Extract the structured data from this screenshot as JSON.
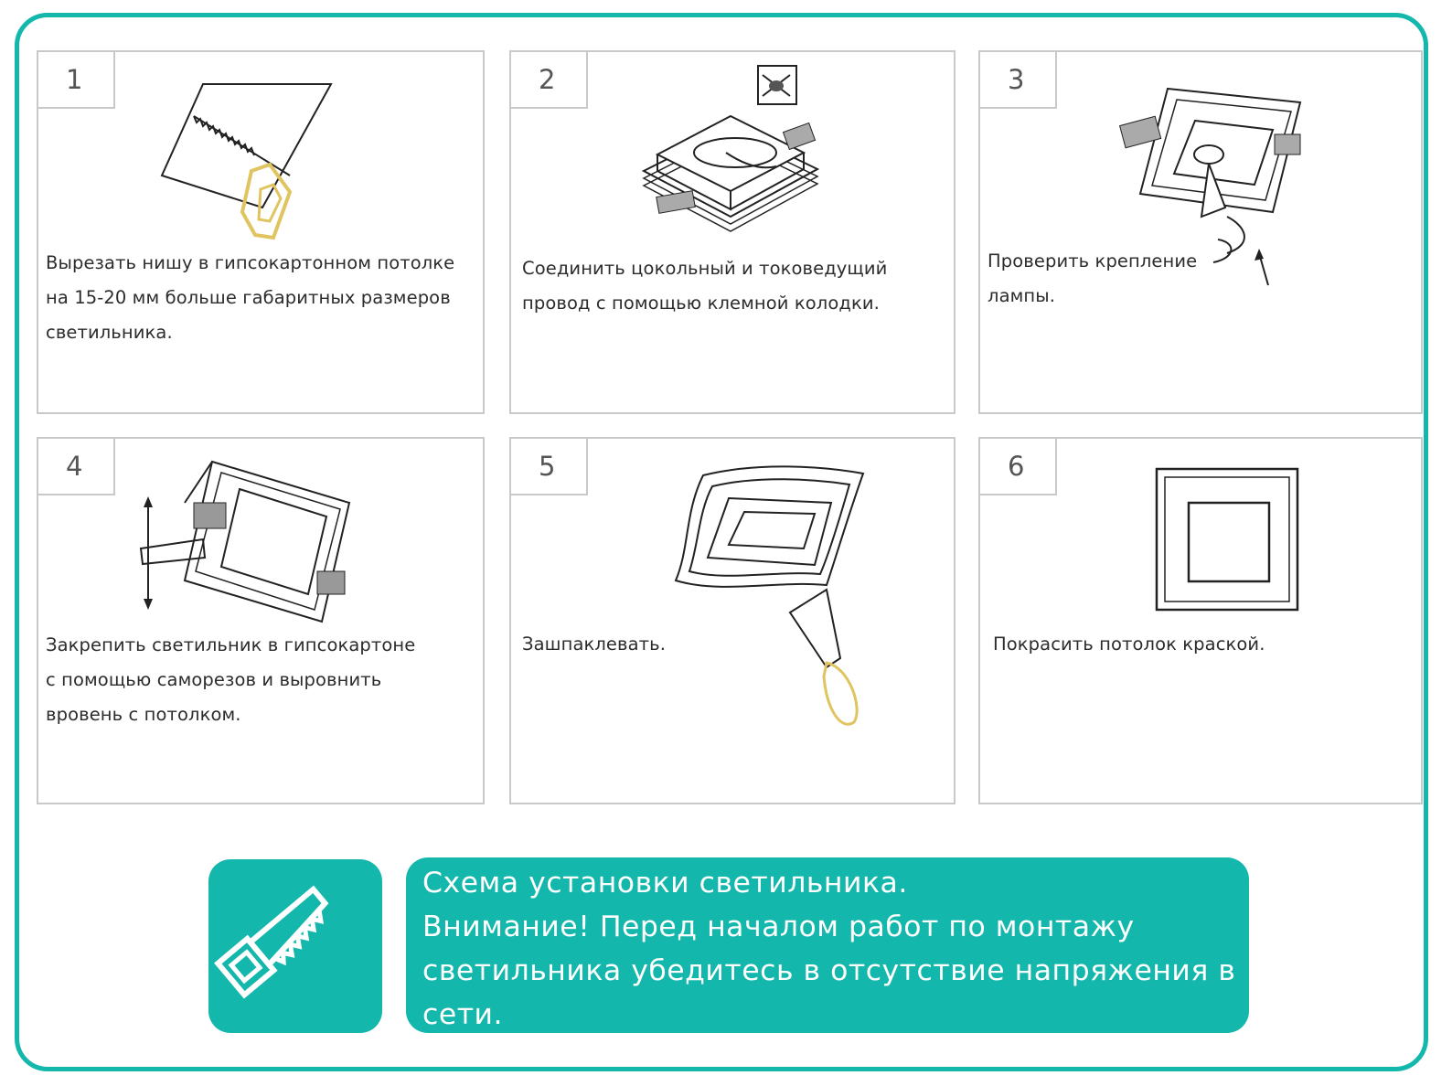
{
  "steps": [
    {
      "number": "1",
      "text": "Вырезать нишу в гипсокартонном потолке\nна 15-20 мм больше габаритных размеров\nсветильника."
    },
    {
      "number": "2",
      "text": "Соединить цокольный и токоведущий\nпровод с помощью клемной колодки."
    },
    {
      "number": "3",
      "text": "Проверить крепление\nлампы."
    },
    {
      "number": "4",
      "text": "Закрепить светильник в гипсокартоне\nс помощью саморезов и выровнить\nвровень с потолком."
    },
    {
      "number": "5",
      "text": "Зашпаклевать."
    },
    {
      "number": "6",
      "text": "Покрасить потолок краской."
    }
  ],
  "notice": {
    "line1": "Схема установки светильника.",
    "line2": "Внимание! Перед началом работ по монтажу",
    "line3": "светильника убедитесь в отсутствие напряжения  в",
    "line4": "сети."
  },
  "colors": {
    "accent": "#14b7ab",
    "border": "#c9c9c9",
    "highlight": "#e8d27a"
  },
  "icons": {
    "badge": "hand-saw-icon"
  }
}
